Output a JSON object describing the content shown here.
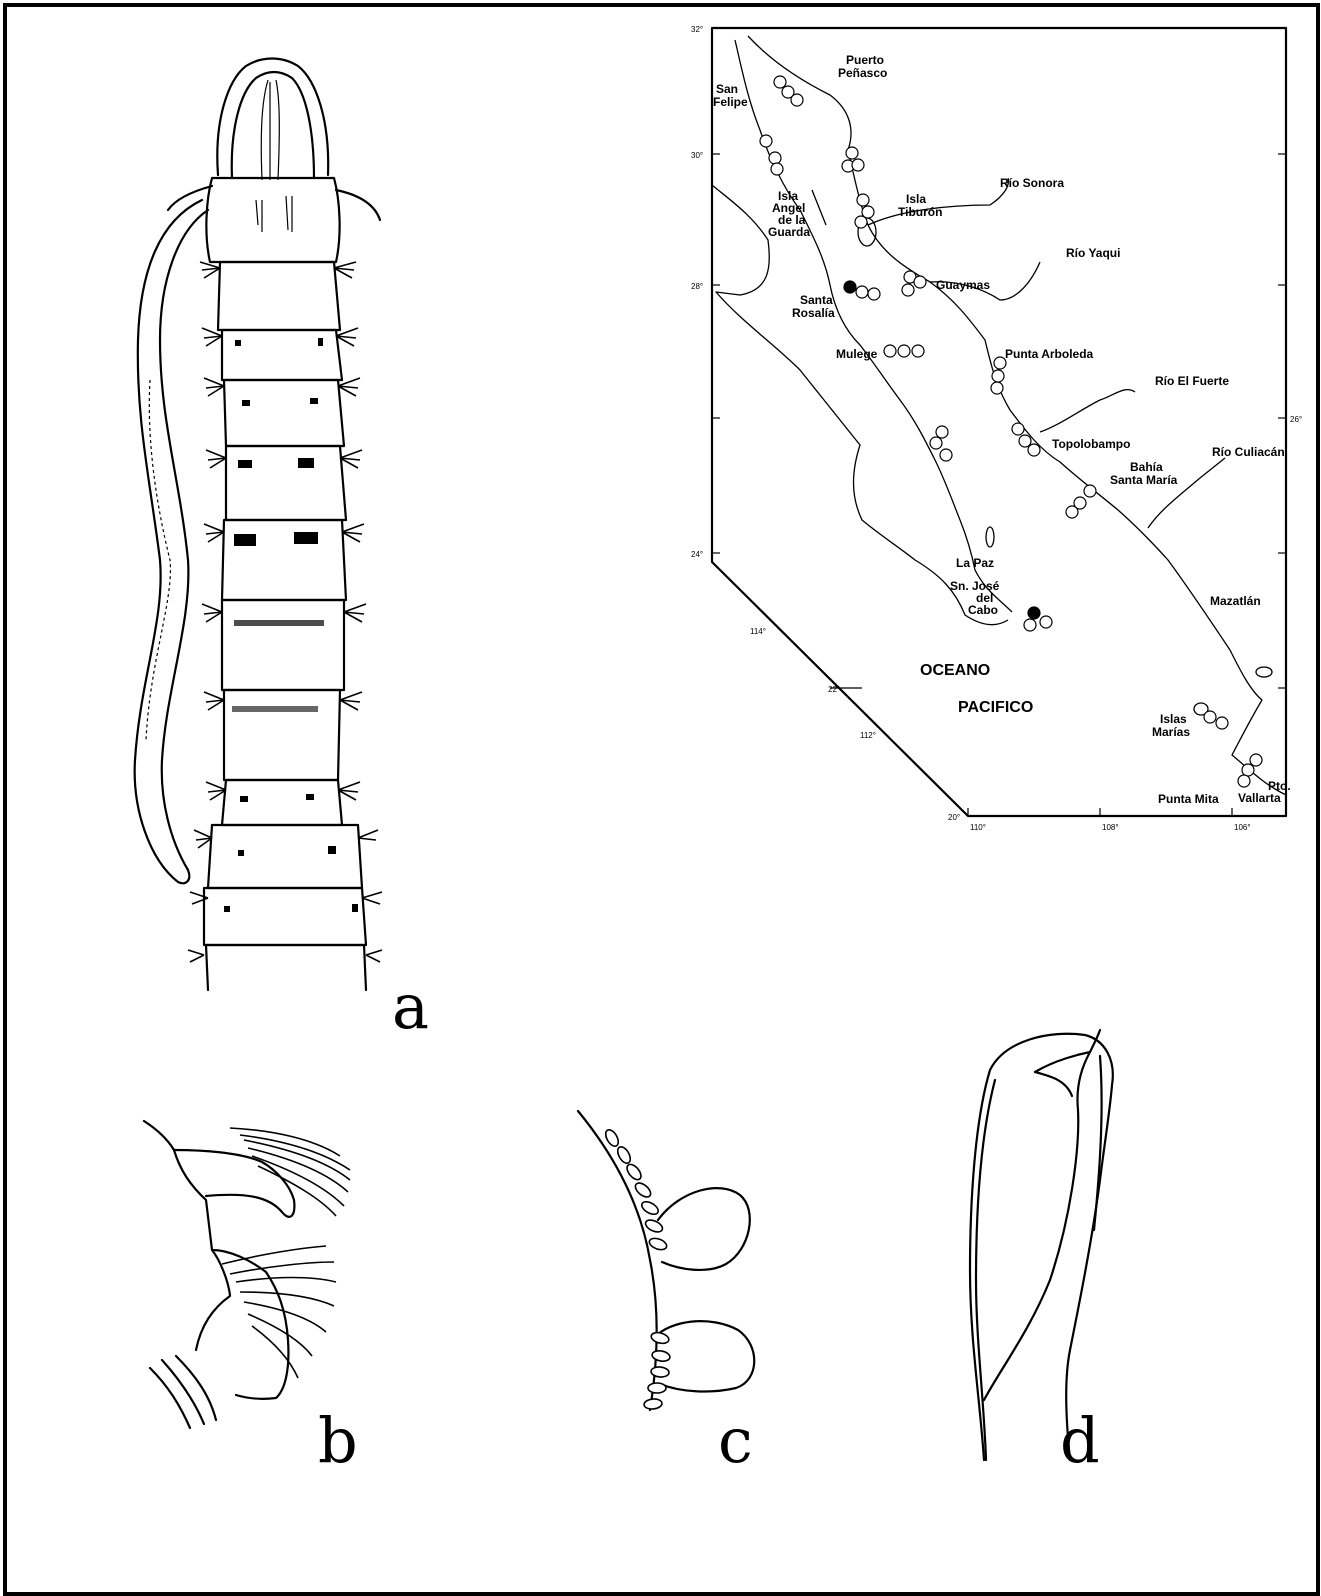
{
  "panels": {
    "a": "a",
    "b": "b",
    "c": "c",
    "d": "d"
  },
  "map": {
    "lat_ticks": [
      "32°",
      "30°",
      "28°",
      "26°",
      "24°",
      "22°",
      "20°"
    ],
    "lon_ticks_bottom": [
      "110°",
      "108°",
      "106°"
    ],
    "lon_ticks_diag": [
      "114°",
      "112°"
    ],
    "places": {
      "puerto_penasco": [
        "Puerto",
        "Peñasco"
      ],
      "san_felipe": [
        "San",
        "Felipe"
      ],
      "isla_angel": [
        "Isla",
        "Angel",
        "de la",
        "Guarda"
      ],
      "isla_tiburon": [
        "Isla",
        "Tiburón"
      ],
      "rio_sonora": "Río Sonora",
      "rio_yaqui": "Río Yaqui",
      "guaymas": "Guaymas",
      "santa_rosalia": [
        "Santa",
        "Rosalía"
      ],
      "mulege": "Mulege",
      "punta_arboleda": "Punta Arboleda",
      "rio_el_fuerte": "Río El Fuerte",
      "topolobampo": "Topolobampo",
      "rio_culiacan": "Río Culiacán",
      "bahia_santa_maria": [
        "Bahía",
        "Santa María"
      ],
      "la_paz": "La Paz",
      "san_jose_del_cabo": [
        "Sn. José",
        "del",
        "Cabo"
      ],
      "mazatlan": "Mazatlán",
      "oceano": "OCEANO",
      "pacifico": "PACIFICO",
      "islas_marias": [
        "Islas",
        "Marías"
      ],
      "punta_mita": "Punta Mita",
      "pto_vallarta": [
        "Pto.",
        "Vallarta"
      ]
    },
    "marker_legend": {
      "open": "open circle",
      "filled": "filled circle"
    }
  }
}
